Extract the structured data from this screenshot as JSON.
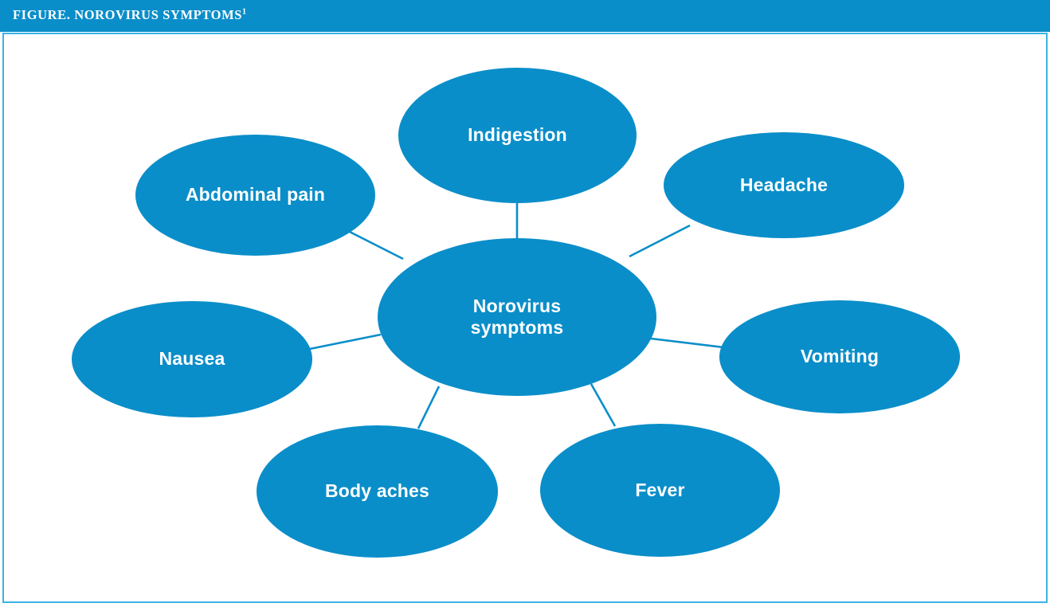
{
  "figure": {
    "header_label": "FIGURE. NOROVIRUS SYMPTOMS",
    "header_superscript": "1",
    "colors": {
      "brand_blue": "#0a8ec9",
      "frame_blue": "#3cb3e5",
      "node_text": "#ffffff",
      "background": "#ffffff"
    }
  },
  "diagram": {
    "type": "radial-mind-map",
    "center": {
      "id": "center",
      "label_line1": "Norovirus",
      "label_line2": "symptoms"
    },
    "nodes": [
      {
        "id": "indigestion",
        "label": "Indigestion"
      },
      {
        "id": "headache",
        "label": "Headache"
      },
      {
        "id": "vomiting",
        "label": "Vomiting"
      },
      {
        "id": "fever",
        "label": "Fever"
      },
      {
        "id": "body-aches",
        "label": "Body aches"
      },
      {
        "id": "nausea",
        "label": "Nausea"
      },
      {
        "id": "abdominal-pain",
        "label": "Abdominal pain"
      }
    ],
    "edges": [
      {
        "from": "center",
        "to": "indigestion"
      },
      {
        "from": "center",
        "to": "headache"
      },
      {
        "from": "center",
        "to": "vomiting"
      },
      {
        "from": "center",
        "to": "fever"
      },
      {
        "from": "center",
        "to": "body-aches"
      },
      {
        "from": "center",
        "to": "nausea"
      },
      {
        "from": "center",
        "to": "abdominal-pain"
      }
    ]
  }
}
